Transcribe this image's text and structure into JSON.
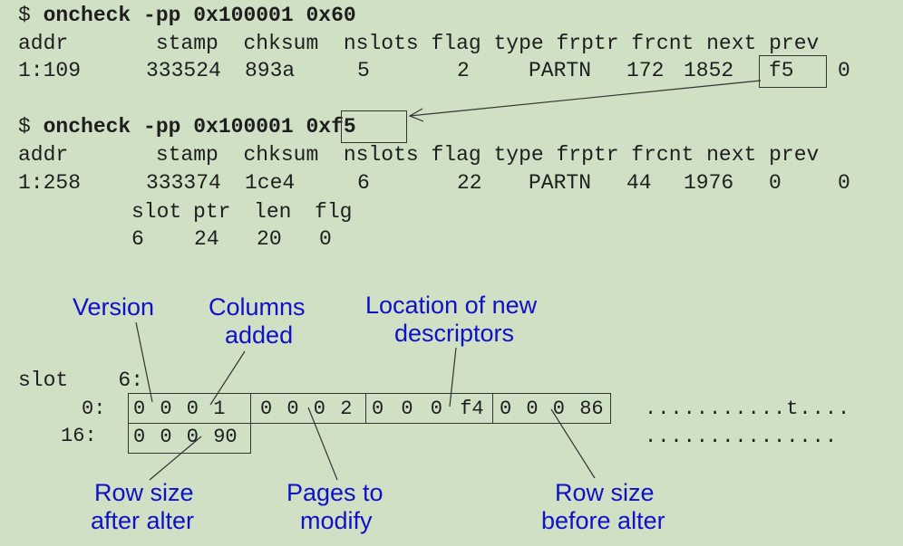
{
  "cmd1": {
    "prompt": "$ ",
    "name": "oncheck -pp",
    "args": " 0x100001 0x60"
  },
  "hdr1": "addr       stamp  chksum  nslots flag type frptr frcnt next prev",
  "row1": {
    "addr": "1:109",
    "stamp": "333524",
    "chksum": "893a",
    "nslots": "5",
    "flag": "2",
    "type": "PARTN",
    "frptr": "172",
    "frcnt": "1852",
    "next": "f5",
    "prev": "0"
  },
  "cmd2": {
    "prompt": "$ ",
    "name": "oncheck -pp",
    "args": " 0x100001 ",
    "boxed": "0xf5"
  },
  "hdr2": "addr       stamp  chksum  nslots flag type frptr frcnt next prev",
  "row2": {
    "addr": "1:258",
    "stamp": "333374",
    "chksum": "1ce4",
    "nslots": "6",
    "flag": "22",
    "type": "PARTN",
    "frptr": "44",
    "frcnt": "1976",
    "next": "0",
    "prev": "0"
  },
  "slot_hdr": "slot ptr  len  flg",
  "slot_row": "6    24   20   0",
  "slot_line": "slot    6:",
  "hex_row0": {
    "offset": "0:",
    "c1": "0 0 0 1",
    "c2": "0 0 0 2",
    "c3": "0 0 0 f4",
    "c4": "0 0 0 86",
    "ascii": "...........t...."
  },
  "hex_row16": {
    "offset": "16:",
    "c1": "0 0 0 90",
    "ascii": "..............."
  },
  "labels": {
    "version": "Version",
    "columns_added_1": "Columns",
    "columns_added_2": "added",
    "location_1": "Location of new",
    "location_2": "descriptors",
    "row_size_after_1": "Row size",
    "row_size_after_2": "after alter",
    "pages_1": "Pages to",
    "pages_2": "modify",
    "row_size_before_1": "Row size",
    "row_size_before_2": "before alter"
  },
  "colors": {
    "background": "#cfe0c4",
    "label": "#1010c8",
    "text": "#1e1e1e"
  }
}
